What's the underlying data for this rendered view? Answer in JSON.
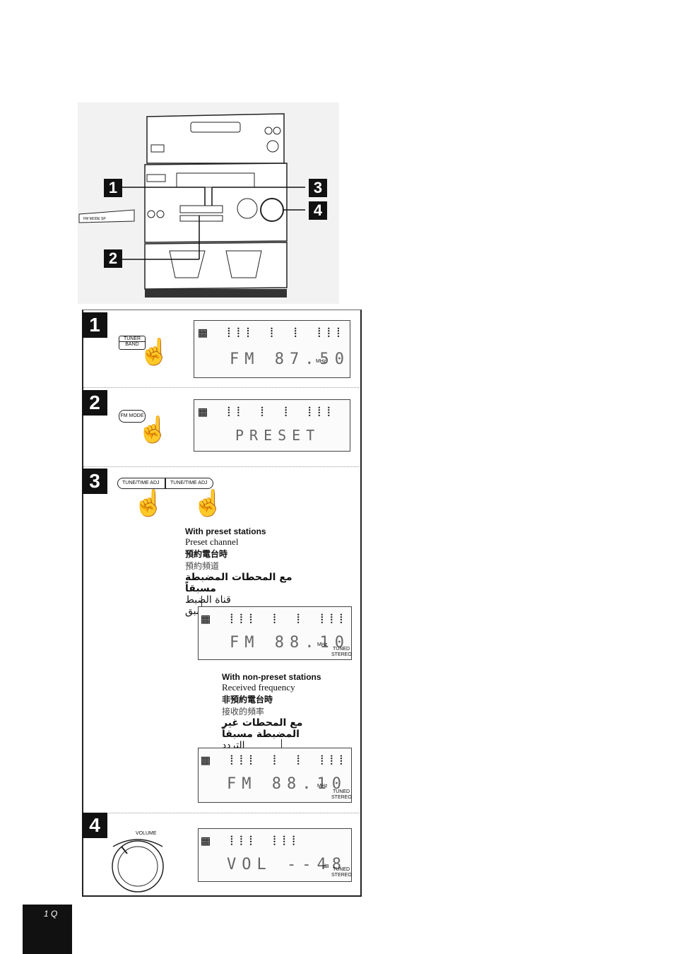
{
  "callouts": [
    "1",
    "2",
    "3",
    "4"
  ],
  "steps": [
    {
      "number": "1",
      "button_label": "TUNER",
      "button_sub": "BAND",
      "lcd_main": "FM  87.50",
      "lcd_unit": "MHz"
    },
    {
      "number": "2",
      "button_label": "FM MODE",
      "lcd_main": "PRESET"
    },
    {
      "number": "3",
      "button_left": "TUNE/TIME ADJ",
      "button_right": "TUNE/TIME ADJ"
    },
    {
      "number": "4",
      "knob_label": "VOLUME",
      "lcd_main": "VOL  --48",
      "lcd_unit": "dB",
      "lcd_tuned": "TUNED",
      "lcd_stereo": "STEREO"
    }
  ],
  "preset": {
    "heading": "With preset stations",
    "line_en": "Preset channel",
    "line_zh1": "預約電台時",
    "line_zh2": "預約頻道",
    "line_ar1": "مع المحطات المضبطة مسبقاً",
    "line_ar2": "قناة الضبط المسبق",
    "lcd_main": "FM  88.10",
    "lcd_unit": "MHz",
    "lcd_tuned": "TUNED",
    "lcd_stereo": "STEREO"
  },
  "nonpreset": {
    "heading": "With non-preset stations",
    "line_en": "Received frequency",
    "line_zh1": "非預約電台時",
    "line_zh2": "接收的頻率",
    "line_ar1": "مع المحطات غير المضبطة مسبقاً",
    "line_ar2": "التردد المستلم",
    "lcd_main": "FM  88.10",
    "lcd_unit": "MHz",
    "lcd_tuned": "TUNED",
    "lcd_stereo": "STEREO"
  },
  "side_button": "FM MODE SP",
  "page_number": "1 Q"
}
